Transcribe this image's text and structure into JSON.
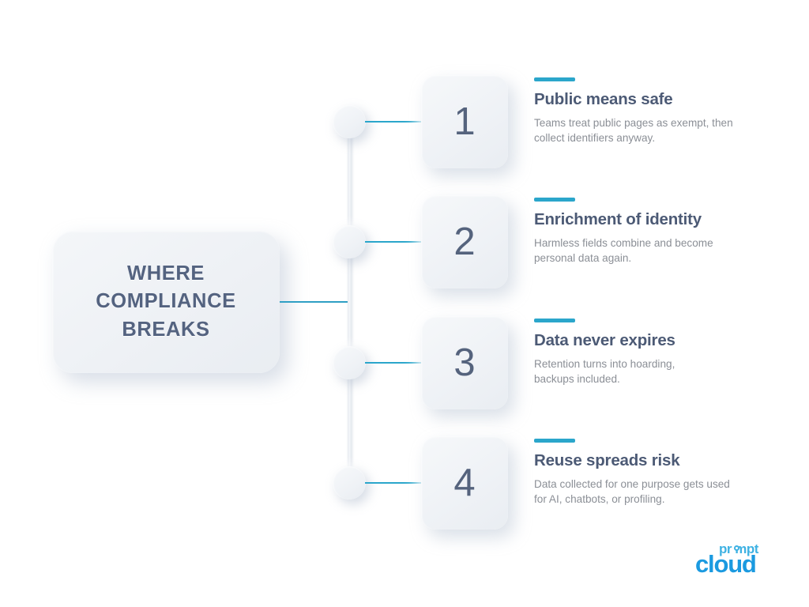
{
  "page": {
    "background_color": "#ffffff",
    "accent_color": "#2ba6cb",
    "title_text_color": "#546380",
    "body_text_color": "#8b8f96"
  },
  "main_box": {
    "title": "WHERE\nCOMPLIANCE\nBREAKS"
  },
  "items": [
    {
      "number": "1",
      "title": "Public means safe",
      "description": "Teams treat public pages as exempt, then collect identifiers anyway."
    },
    {
      "number": "2",
      "title": "Enrichment of identity",
      "description": "Harmless fields combine and become personal data again."
    },
    {
      "number": "3",
      "title": "Data never expires",
      "description": "Retention turns into hoarding, backups included."
    },
    {
      "number": "4",
      "title": "Reuse spreads risk",
      "description": "Data collected for one purpose gets used for AI, chatbots, or profiling."
    }
  ],
  "logo": {
    "top_word": "pr  mpt",
    "bottom_word": "cloud"
  }
}
